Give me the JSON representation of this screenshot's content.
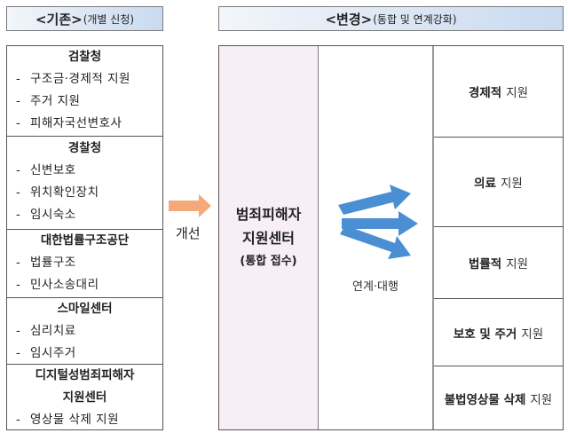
{
  "header_left": {
    "main": "<기존>",
    "sub": "(개별 신청)"
  },
  "header_right": {
    "main": "<변경>",
    "sub": "(통합 및 연계강화)"
  },
  "left_orgs": [
    {
      "title": [
        "검찰청"
      ],
      "items": [
        "구조금·경제적 지원",
        "주거 지원",
        "피해자국선변호사"
      ]
    },
    {
      "title": [
        "경찰청"
      ],
      "items": [
        "신변보호",
        "위치확인장치",
        "임시숙소"
      ]
    },
    {
      "title": [
        "대한법률구조공단"
      ],
      "items": [
        "법률구조",
        "민사소송대리"
      ]
    },
    {
      "title": [
        "스마일센터"
      ],
      "items": [
        "심리치료",
        "임시주거"
      ]
    },
    {
      "title": [
        "디지털성범죄피해자",
        "지원센터"
      ],
      "items": [
        "영상물 삭제 지원"
      ]
    }
  ],
  "item_dash": "-",
  "improve": {
    "label": "개선",
    "arrow_color": "#f4a97a"
  },
  "center": {
    "line1": "범죄피해자",
    "line2": "지원센터",
    "line3": "(통합 접수)",
    "bg_color": "#f8eef5"
  },
  "link": {
    "label": "연계·대행",
    "arrow_color": "#4a8fd4"
  },
  "services": [
    {
      "bold": "경제적",
      "normal": "지원"
    },
    {
      "bold": "의료",
      "normal": "지원"
    },
    {
      "bold": "법률적",
      "normal": "지원"
    },
    {
      "bold": "보호 및 주거",
      "normal": "지원"
    },
    {
      "bold": "불법영상물 삭제",
      "normal": "지원"
    }
  ]
}
